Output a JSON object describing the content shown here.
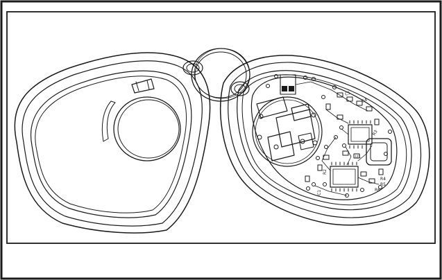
{
  "figure": {
    "stroke_color": "#1a1a1a",
    "background_color": "#ffffff",
    "pcb_labels": [
      {
        "name": "label-c4",
        "text": "C4"
      },
      {
        "name": "label-r2",
        "text": "R2"
      },
      {
        "name": "label-r3",
        "text": "R3"
      },
      {
        "name": "label-r4",
        "text": "R4"
      },
      {
        "name": "label-r5",
        "text": "R5"
      },
      {
        "name": "label-r6",
        "text": "R6"
      },
      {
        "name": "label-c1",
        "text": "C1"
      },
      {
        "name": "label-c5",
        "text": "C5"
      },
      {
        "name": "label-u1",
        "text": "U1"
      }
    ]
  }
}
